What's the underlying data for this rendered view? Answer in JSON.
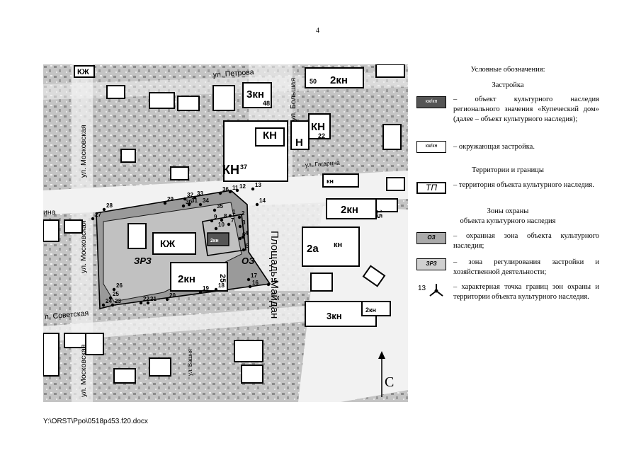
{
  "page_number": "4",
  "footer_path": "Y:\\ORST\\Ppo\\0518p453.f20.docx",
  "map": {
    "streets": {
      "petrova": "ул. Петрова",
      "bolshaya": "ул. Большая",
      "moskovskaya_top": "ул. Московская",
      "moskovskaya_mid": "ул. Московская",
      "moskovskaya_bottom": "ул. Московская",
      "gagarina": "ул. Гагарина",
      "sovetskaya": "л. Советская",
      "ploschad": "Площадь Майдан",
      "vashnaya": "ул. Вашня",
      "partial_left": "ина"
    },
    "buildings": {
      "kn": "КН",
      "kzh": "КЖ",
      "kn37": "КН",
      "num37": "37",
      "kn3_48": "3кн",
      "num48": "48",
      "kn50": "2кн",
      "num50": "50",
      "kn22": "КН",
      "num22": "22",
      "n_label": "Н",
      "kn15": "2кн",
      "num15": "15",
      "kn25": "2кн",
      "num25": "25",
      "kn2a": "2а",
      "kn2a_kn": "кн",
      "kn3bottom": "3кн",
      "kn2bottom": "2кн",
      "cultural": "2кн",
      "kzh_main": "КЖ",
      "kn_small": "кн"
    },
    "zone_labels": {
      "zrz": "ЗРЗ",
      "oz": "ОЗ"
    },
    "north": "С",
    "points": [
      "1",
      "2",
      "3",
      "4",
      "5",
      "6",
      "7",
      "8",
      "9",
      "10",
      "11",
      "12",
      "13",
      "14",
      "15",
      "16",
      "17",
      "18",
      "19",
      "20",
      "21",
      "22",
      "23",
      "24",
      "25",
      "26",
      "27",
      "28",
      "29",
      "30",
      "31",
      "32",
      "33",
      "34",
      "35",
      "36"
    ]
  },
  "legend": {
    "title": "Условные обозначения:",
    "section_buildings": "Застройка",
    "cultural_swatch": "кж/кн",
    "cultural_text": "– объект культурного наследия регионального значения «Купеческий дом» (далее – объект культурного наследия);",
    "surround_swatch": "кж/кн",
    "surround_text": "– окружающая застройка.",
    "section_territory": "Территории и границы",
    "tp_swatch": "ТП",
    "tp_text": "– территория объекта культурного наследия.",
    "section_zones_1": "Зоны охраны",
    "section_zones_2": "объекта культурного наследия",
    "oz_swatch": "ОЗ",
    "oz_text": "– охранная зона объекта культурного наследия;",
    "zrz_swatch": "ЗРЗ",
    "zrz_text": "– зона регулирования застройки и хозяйственной деятельности;",
    "point_number": "13",
    "point_text": "– характерная точка границ зон охраны и территории объекта культурного наследия."
  }
}
